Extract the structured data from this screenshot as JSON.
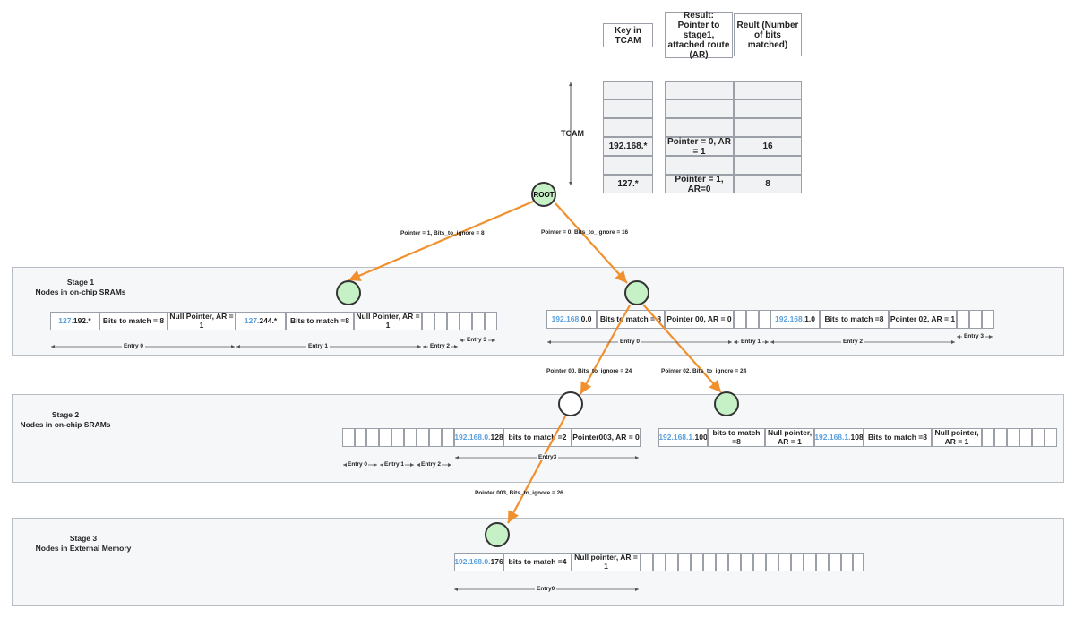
{
  "headers": {
    "key": "Key in TCAM",
    "pointer": "Result: Pointer to stage1, attached route (AR)",
    "bits": "Reult (Number of bits matched)"
  },
  "tcam": {
    "label": "TCAM",
    "rows": [
      {
        "key": "",
        "pointer": "",
        "bits": ""
      },
      {
        "key": "",
        "pointer": "",
        "bits": ""
      },
      {
        "key": "",
        "pointer": "",
        "bits": ""
      },
      {
        "key": "192.168.*",
        "pointer": "Pointer = 0, AR = 1",
        "bits": "16"
      },
      {
        "key": "",
        "pointer": "",
        "bits": ""
      },
      {
        "key": "127.*",
        "pointer": "Pointer = 1, AR=0",
        "bits": "8"
      }
    ]
  },
  "root_label": "ROOT",
  "edge_labels": {
    "root_left": "Pointer = 1, Bits_to_ignore = 8",
    "root_right": "Pointer = 0, Bits_to_ignore = 16",
    "s1_to_s2_left": "Pointer 00, Bits_to_ignore = 24",
    "s1_to_s2_right": "Pointer 02, Bits_to_ignore = 24",
    "s2_to_s3": "Pointer 003, Bits_to_ignore = 26"
  },
  "stages": {
    "stage1": {
      "title": "Stage 1",
      "subtitle": "Nodes in on-chip SRAMs"
    },
    "stage2": {
      "title": "Stage 2",
      "subtitle": "Nodes in on-chip SRAMs"
    },
    "stage3": {
      "title": "Stage 3",
      "subtitle": "Nodes in  External Memory"
    }
  },
  "s1_left": {
    "c1_blue": "127.",
    "c1_rest": "192.*",
    "c2": "Bits to match = 8",
    "c3": "Null Pointer, AR = 1",
    "c4_blue": "127.",
    "c4_rest": "244.*",
    "c5": "Bits to match =8",
    "c6": "Null Pointer, AR = 1",
    "entries": [
      "Entry 0",
      "Entry 1",
      "Entry 2",
      "Entry 3"
    ]
  },
  "s1_right": {
    "c1_blue": "192.168.",
    "c1_rest": "0.0",
    "c2": "Bits to match = 8",
    "c3": "Pointer 00, AR = 0",
    "c4_blue": "192.168.",
    "c4_rest": "1.0",
    "c5": "Bits to match =8",
    "c6": "Pointer 02, AR = 1",
    "entries": [
      "Entry 0",
      "Entry 1",
      "Entry 2",
      "Entry 3"
    ]
  },
  "s2_left": {
    "c1_blue": "192.168.0.",
    "c1_rest": "128",
    "c2": "bits to match =2",
    "c3": "Pointer003, AR  = 0",
    "entries": [
      "Entry 0",
      "Entry 1",
      "Entry 2",
      "Entry3"
    ]
  },
  "s2_right": {
    "c1_blue": "192.168.1.",
    "c1_rest": "100",
    "c2": "bits to match =8",
    "c3": "Null pointer, AR = 1",
    "c4_blue": "192.168.1.",
    "c4_rest": "108",
    "c5": "Bits to match =8",
    "c6": "Null pointer, AR = 1"
  },
  "s3": {
    "c1_blue": "192.168.0.",
    "c1_rest": "176",
    "c2": "bits to match =4",
    "c3": "Null pointer, AR = 1",
    "entries": [
      "Entry0"
    ]
  },
  "colors": {
    "edge": "#f0902e",
    "node_fill": "#c6f0c6",
    "node_stroke": "#333333",
    "blue_text": "#5aa0de"
  }
}
